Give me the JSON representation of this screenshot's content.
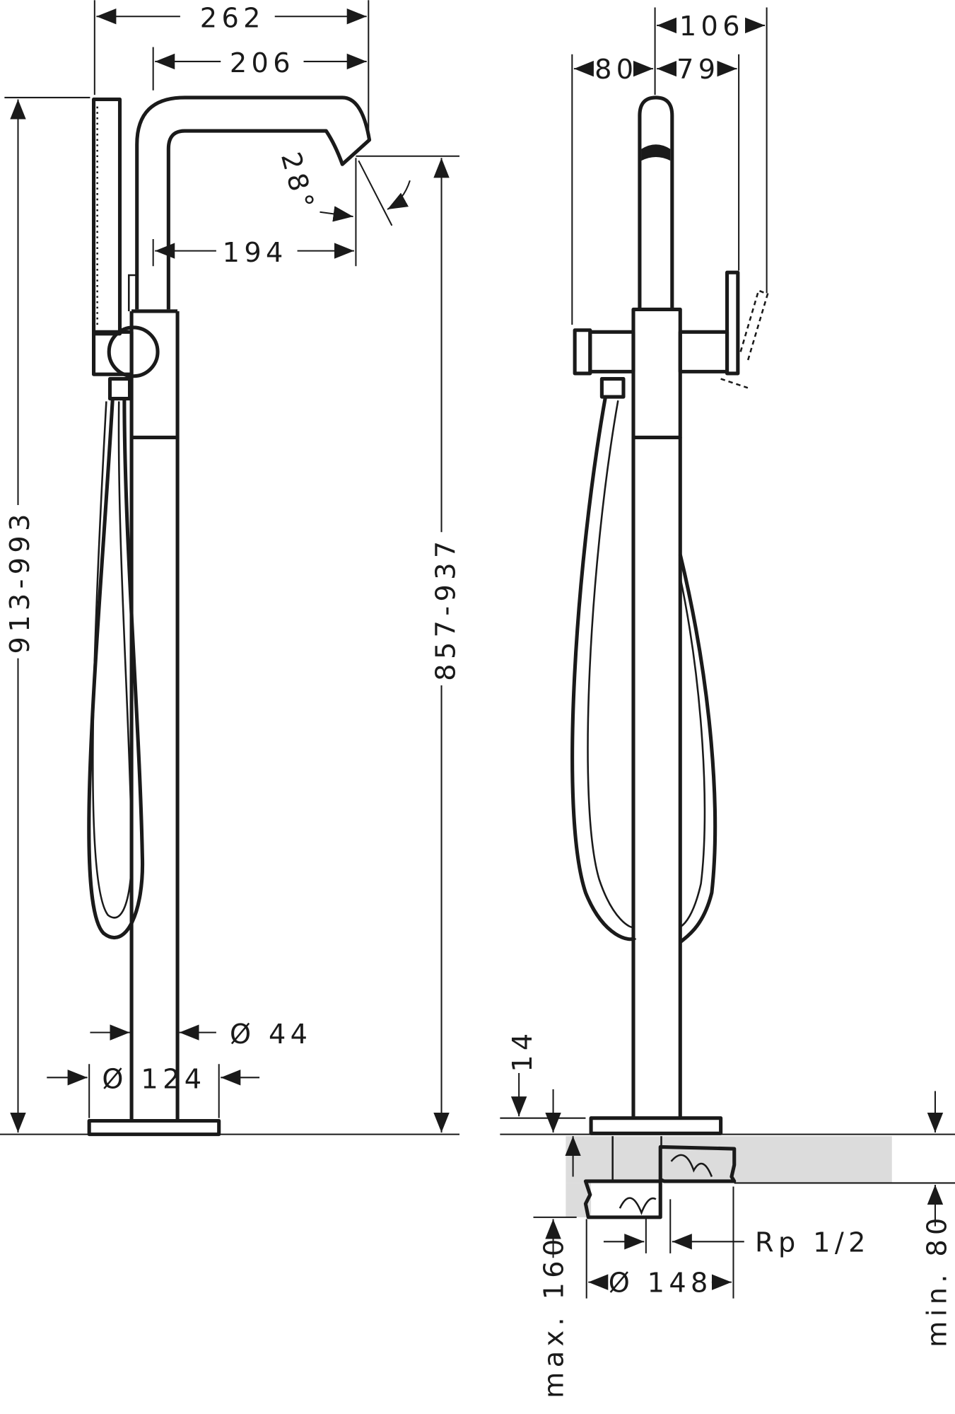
{
  "drawing": {
    "side_view": {
      "width_total": "262",
      "spout_reach": "206",
      "spout_angle": "28°",
      "spout_outlet": "194",
      "height_total": "913-993",
      "spout_height": "857-937",
      "column_diameter": "Ø 44",
      "base_diameter": "Ø 124"
    },
    "front_view": {
      "lever_reach": "106",
      "left_offset": "80",
      "right_offset": "79",
      "base_height": "14",
      "connection": "Rp 1/2",
      "flange_diameter": "Ø 148",
      "max_depth": "max. 160",
      "min_depth": "min. 80"
    },
    "colors": {
      "line": "#1a1a1a",
      "floor_section": "#dcdcdc"
    }
  }
}
